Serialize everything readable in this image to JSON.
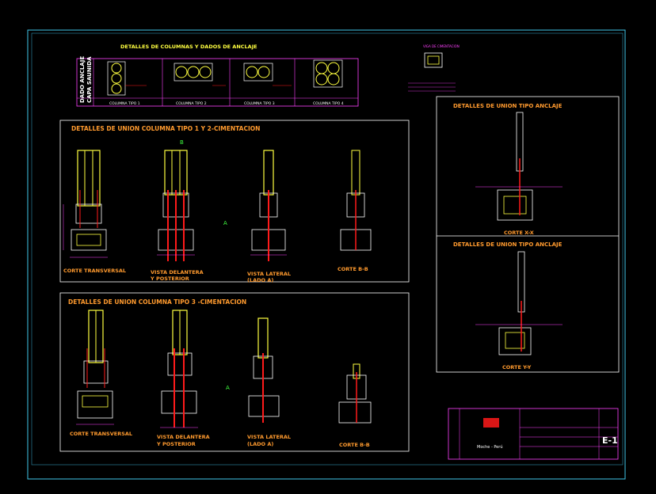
{
  "drawing": {
    "top_title": "DETALLES DE COLUMNAS Y DADOS DE ANCLAJE",
    "side_label_1": "DADO ANCLAJE",
    "side_label_2": "CAPA SAUNIDA",
    "column_types": [
      "COLUMNA TIPO 1",
      "COLUMNA TIPO 2",
      "COLUMNA TIPO 3",
      "COLUMNA TIPO 4"
    ],
    "viga_label": "VIGA DE CIMENTACION",
    "panel1_title": "DETALLES DE UNION COLUMNA TIPO 1 Y 2-CIMENTACION",
    "panel2_title": "DETALLES DE UNION COLUMNA TIPO 3 -CIMENTACION",
    "view_corte": "CORTE TRANSVERSAL",
    "view_delantera_1": "VISTA DELANTERA",
    "view_delantera_2": "Y POSTERIOR",
    "view_lateral_1": "VISTA LATERAL",
    "view_lateral_2": "(LADO A)",
    "view_bb": "CORTE B-B",
    "anclaje_title_1": "DETALLES DE UNION TIPO ANCLAJE",
    "anclaje_title_2": "DETALLES DE UNION TIPO ANCLAJE",
    "corte_xx": "CORTE X-X",
    "corte_yy": "CORTE Y-Y",
    "section_a": "A",
    "section_b": "B",
    "sheet_number": "E-1",
    "titleblock_location": "Moche - Perú"
  },
  "colors": {
    "background": "#000000",
    "frame": "#3fc6e8",
    "title_orange": "#ff9a2e",
    "column_yellow": "#ffff40",
    "rebar_red": "#ff1a1a",
    "dim_magenta": "#ff40ff",
    "detail_white": "#ffffff"
  }
}
